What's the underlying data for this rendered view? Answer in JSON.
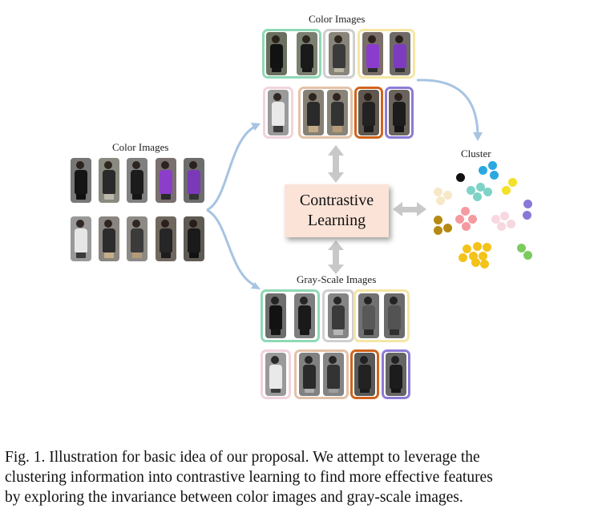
{
  "labels": {
    "color_top": "Color Images",
    "color_left": "Color Images",
    "cluster": "Cluster",
    "gray": "Gray-Scale Images"
  },
  "center_box": {
    "line1": "Contrastive",
    "line2": "Learning"
  },
  "caption": {
    "line1": "Fig. 1.  Illustration for basic idea of our proposal. We attempt to leverage the",
    "line2": "clustering information into contrastive learning to find more effective features",
    "line3": "by exploring the invariance between color images and gray-scale images."
  },
  "colors": {
    "arrow": "#a7c4e2",
    "double_arrow": "#c8c8c8",
    "group_green": "#8fd9b6",
    "group_gray": "#c8c8c8",
    "group_yellow": "#f5e6a3",
    "group_pink": "#f0d4dc",
    "group_tan": "#e3c2a8",
    "group_orange": "#d0641d",
    "group_purple": "#8d7bd6",
    "box_fill": "#fbe3d7"
  },
  "cluster_colors": [
    "#111111",
    "#2ba8e0",
    "#f3e12a",
    "#f7e8c7",
    "#7ed3c6",
    "#b58a13",
    "#f59aa0",
    "#f7d7e0",
    "#8a78d8",
    "#f3c31b",
    "#7ccb5f"
  ]
}
